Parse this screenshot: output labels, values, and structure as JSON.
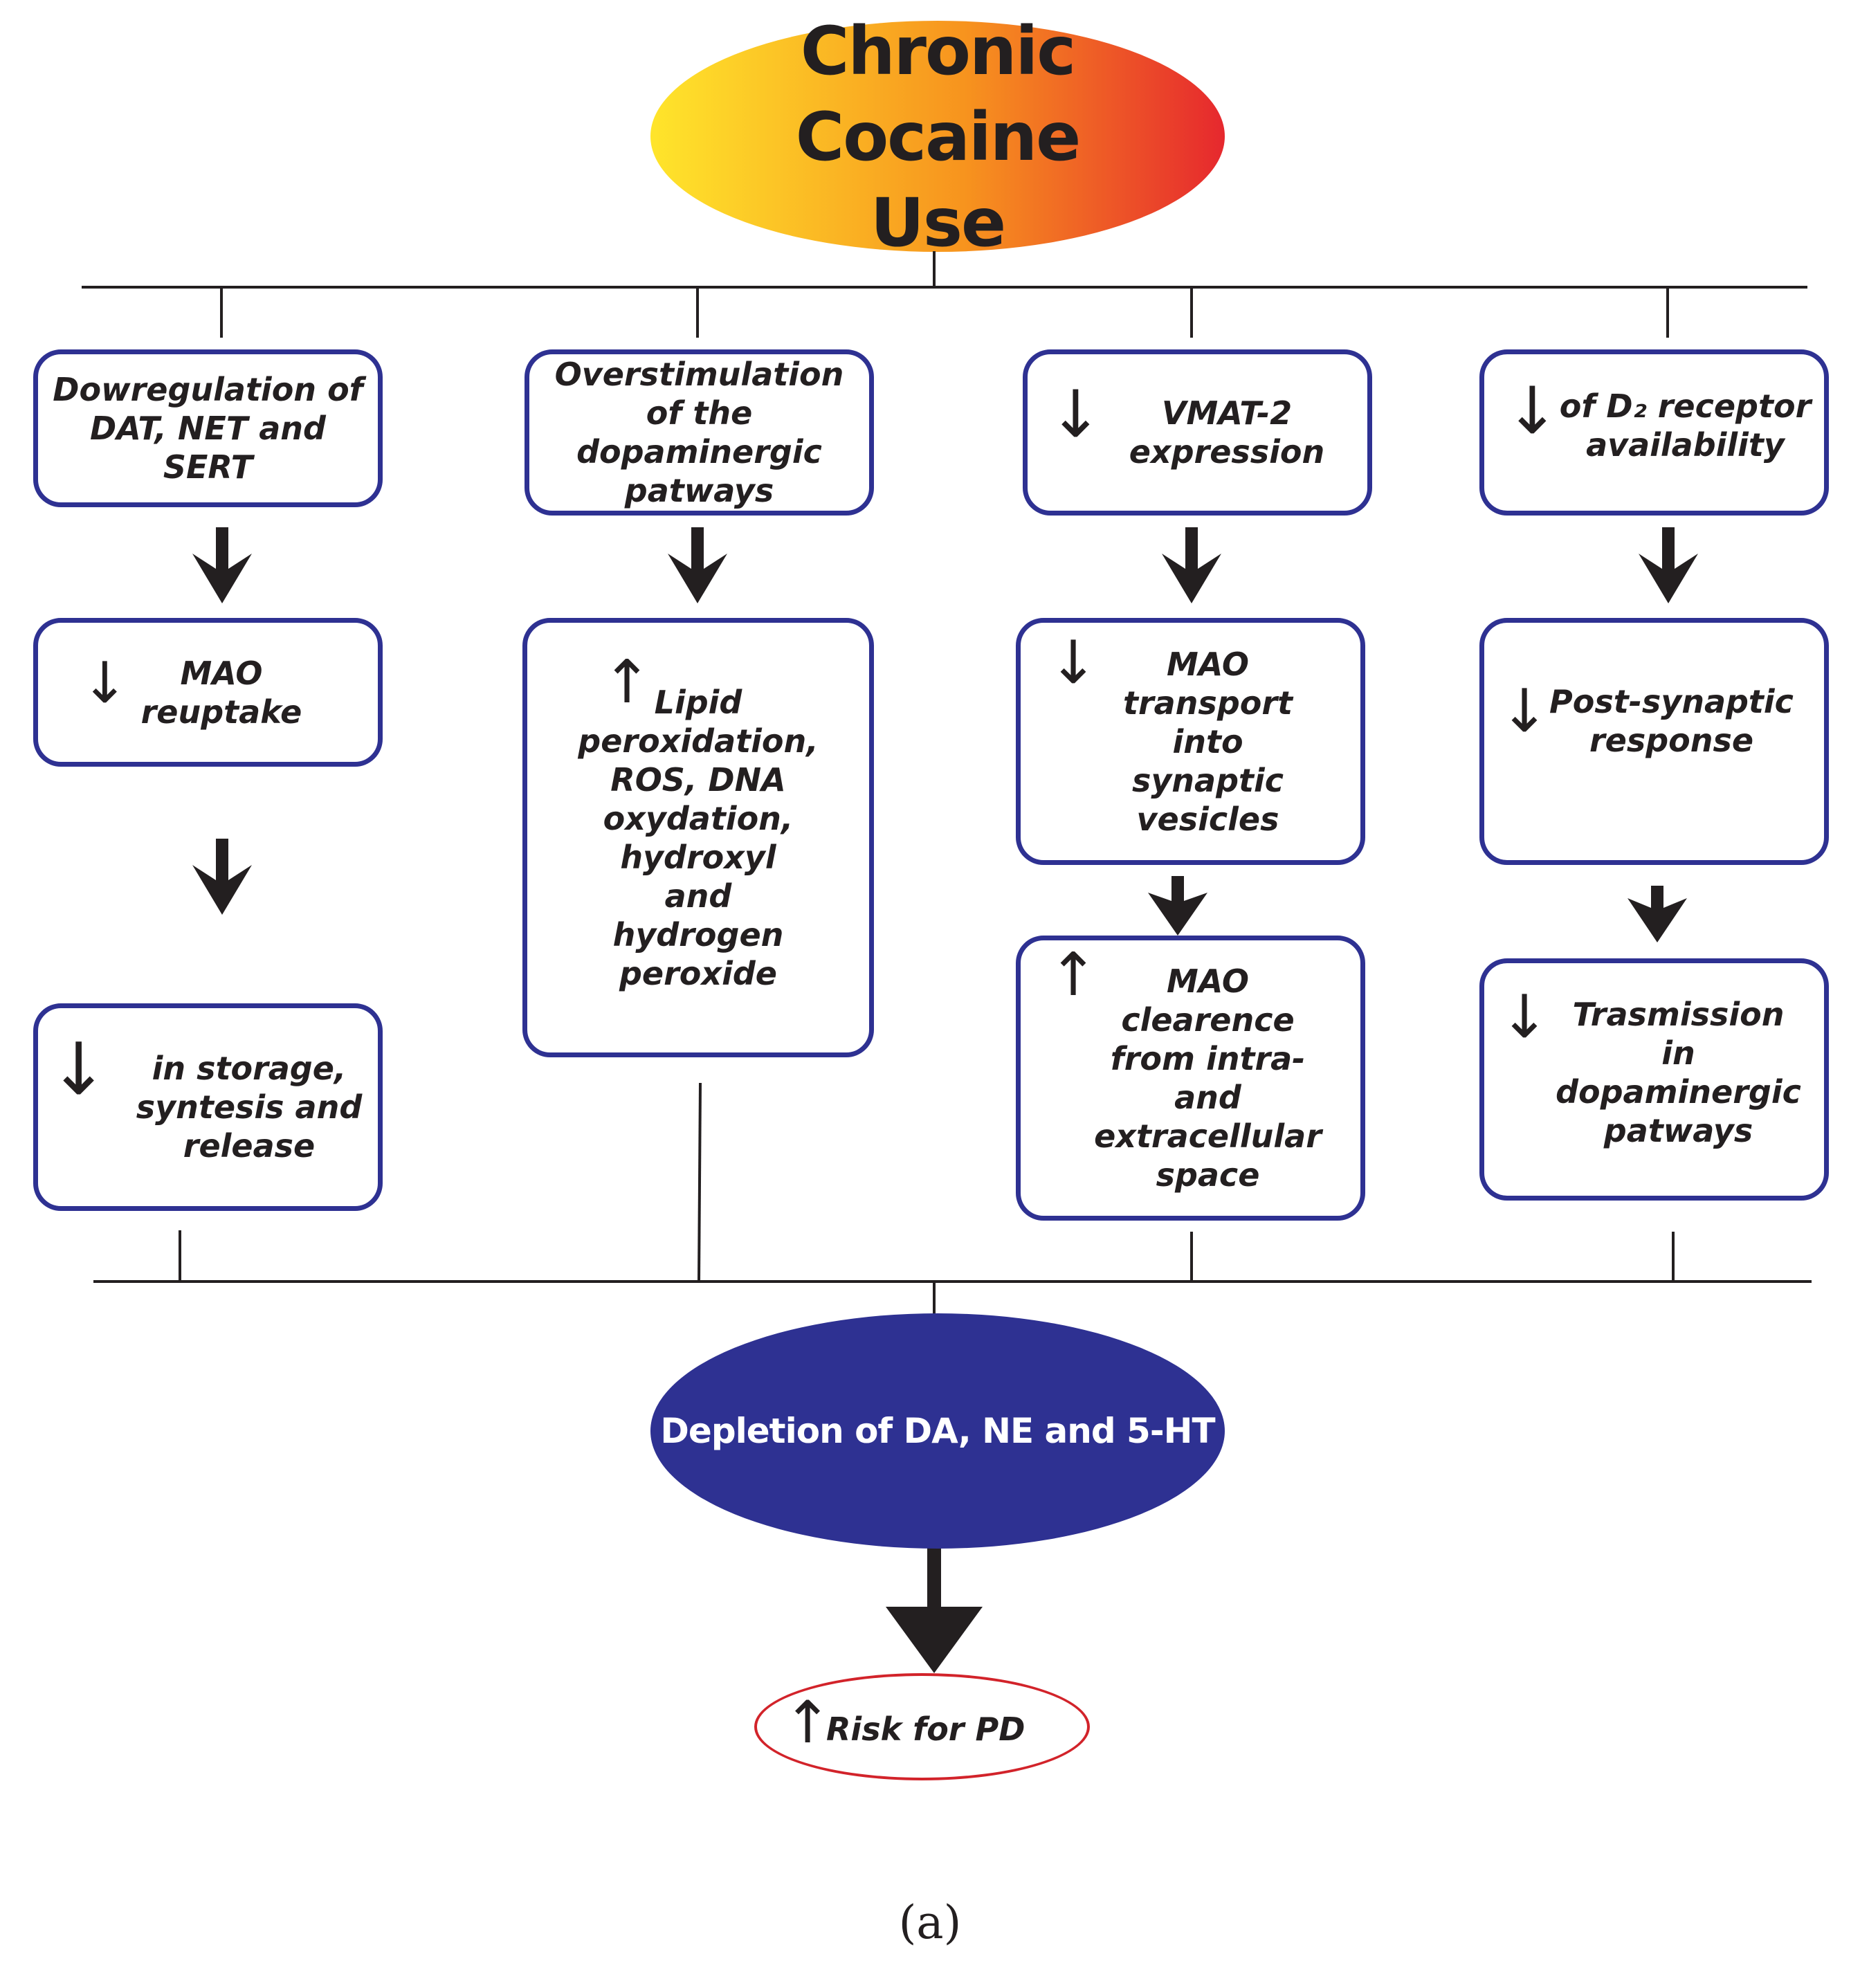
{
  "colors": {
    "box_border": "#2e3192",
    "depletion_fill": "#2e3192",
    "risk_border": "#d2232a",
    "gradient_start": "#ffe52b",
    "gradient_mid": "#f7931e",
    "gradient_end": "#e6282e",
    "text": "#231f20"
  },
  "top": {
    "line1": "Chronic Cocaine",
    "line2": "Use"
  },
  "columns": [
    {
      "box1": {
        "symbol": "",
        "lines": [
          "Dowregulation of",
          "DAT, NET and",
          "SERT"
        ]
      },
      "box2": {
        "symbol": "↓",
        "lines": [
          "MAO",
          "reuptake"
        ]
      },
      "box3": {
        "symbol": "↓",
        "lines": [
          "in storage,",
          "syntesis and",
          "release"
        ]
      }
    },
    {
      "box1": {
        "symbol": "",
        "lines": [
          "Overstimulation",
          "of the",
          "dopaminergic",
          "patways"
        ]
      },
      "box2": {
        "symbol": "↑",
        "lines": [
          "Lipid",
          "peroxidation,",
          "ROS, DNA",
          "oxydation,",
          "hydroxyl",
          "and",
          "hydrogen",
          "peroxide"
        ]
      }
    },
    {
      "box1": {
        "symbol": "↓",
        "lines": [
          "VMAT-2",
          "expression"
        ]
      },
      "box2": {
        "symbol": "↓",
        "lines": [
          "MAO",
          "transport",
          "into",
          "synaptic",
          "vesicles"
        ]
      },
      "box3": {
        "symbol": "↑",
        "lines": [
          "MAO",
          "clearence",
          "from intra-",
          "and",
          "extracellular",
          "space"
        ]
      }
    },
    {
      "box1": {
        "symbol": "↓",
        "lines": [
          "of D₂ receptor",
          "availability"
        ]
      },
      "box2": {
        "symbol": "↓",
        "lines": [
          "Post-synaptic",
          "response"
        ]
      },
      "box3": {
        "symbol": "↓",
        "lines": [
          "Trasmission",
          "in",
          "dopaminergic",
          "patways"
        ]
      }
    }
  ],
  "bottom": {
    "label": "Depletion of DA, NE and 5-HT"
  },
  "risk": {
    "symbol": "↑",
    "label": "Risk for PD"
  },
  "caption": "(a)"
}
